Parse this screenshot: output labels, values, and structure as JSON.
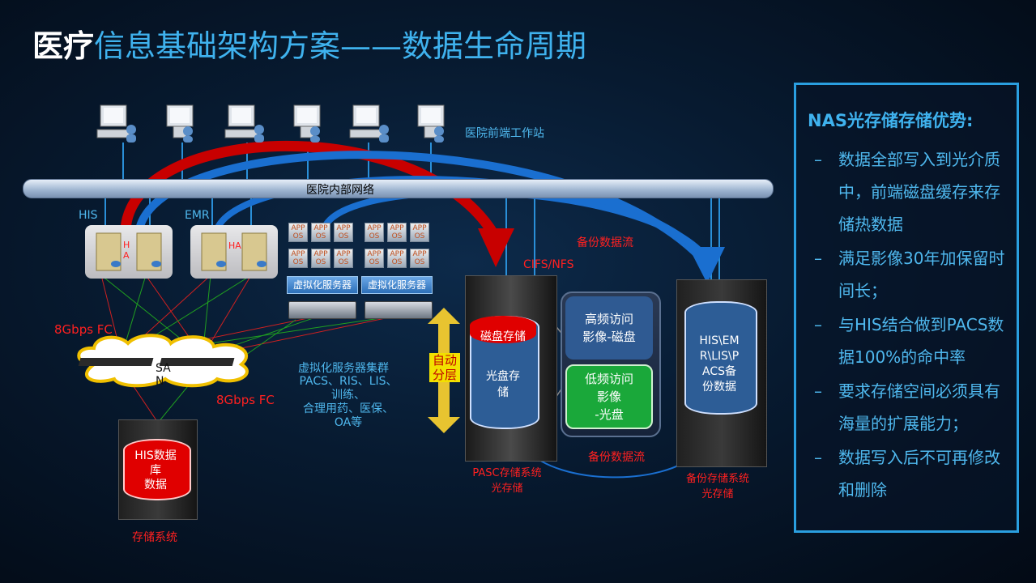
{
  "title": {
    "bold": "医疗",
    "rest": "信息基础架构方案——数据生命周期"
  },
  "labels": {
    "front_ws": "医院前端工作站",
    "network": "医院内部网络",
    "his": "HIS",
    "emr": "EMR",
    "ha1": "H\nA",
    "ha2": "HA",
    "app": "APP\nOS",
    "vserver1": "虚拟化服务器",
    "vserver2": "虚拟化服务器",
    "fc1": "8Gbps FC",
    "fc2": "8Gbps FC",
    "san": "SA\nN",
    "cluster_title": "虚拟化服务器集群",
    "cluster_items": "PACS、RIS、LIS、\n训练、\n合理用药、医保、\nOA等",
    "his_db": "HIS数据\n库\n数据",
    "storage_sys": "存储系统",
    "cifs": "CIFS/NFS",
    "backup_flow_top": "备份数据流",
    "backup_flow_bottom": "备份数据流",
    "auto_tier": "自动\n分层",
    "disk_store": "磁盘存储",
    "optical_store": "光盘存\n储",
    "high_freq": "高频访问\n影像-磁盘",
    "low_freq": "低频访问\n影像\n-光盘",
    "pacs_sys": "PASC存储系统\n光存储",
    "backup_data": "HIS\\EM\nR\\LIS\\P\nACS备\n份数据",
    "backup_sys": "备份存储系统\n光存储"
  },
  "panel": {
    "title": "NAS光存储存储优势:",
    "items": [
      "数据全部写入到光介质中，前端磁盘缓存来存储热数据",
      "满足影像30年加保留时间长；",
      "与HIS结合做到PACS数据100%的命中率",
      "要求存储空间必须具有海量的扩展能力；",
      "数据写入后不可再修改和删除"
    ],
    "bullet": "–"
  },
  "colors": {
    "accent": "#3fb2ee",
    "red": "#e00000",
    "blue_arrow": "#1a6fd0",
    "green": "#1aa83a"
  }
}
